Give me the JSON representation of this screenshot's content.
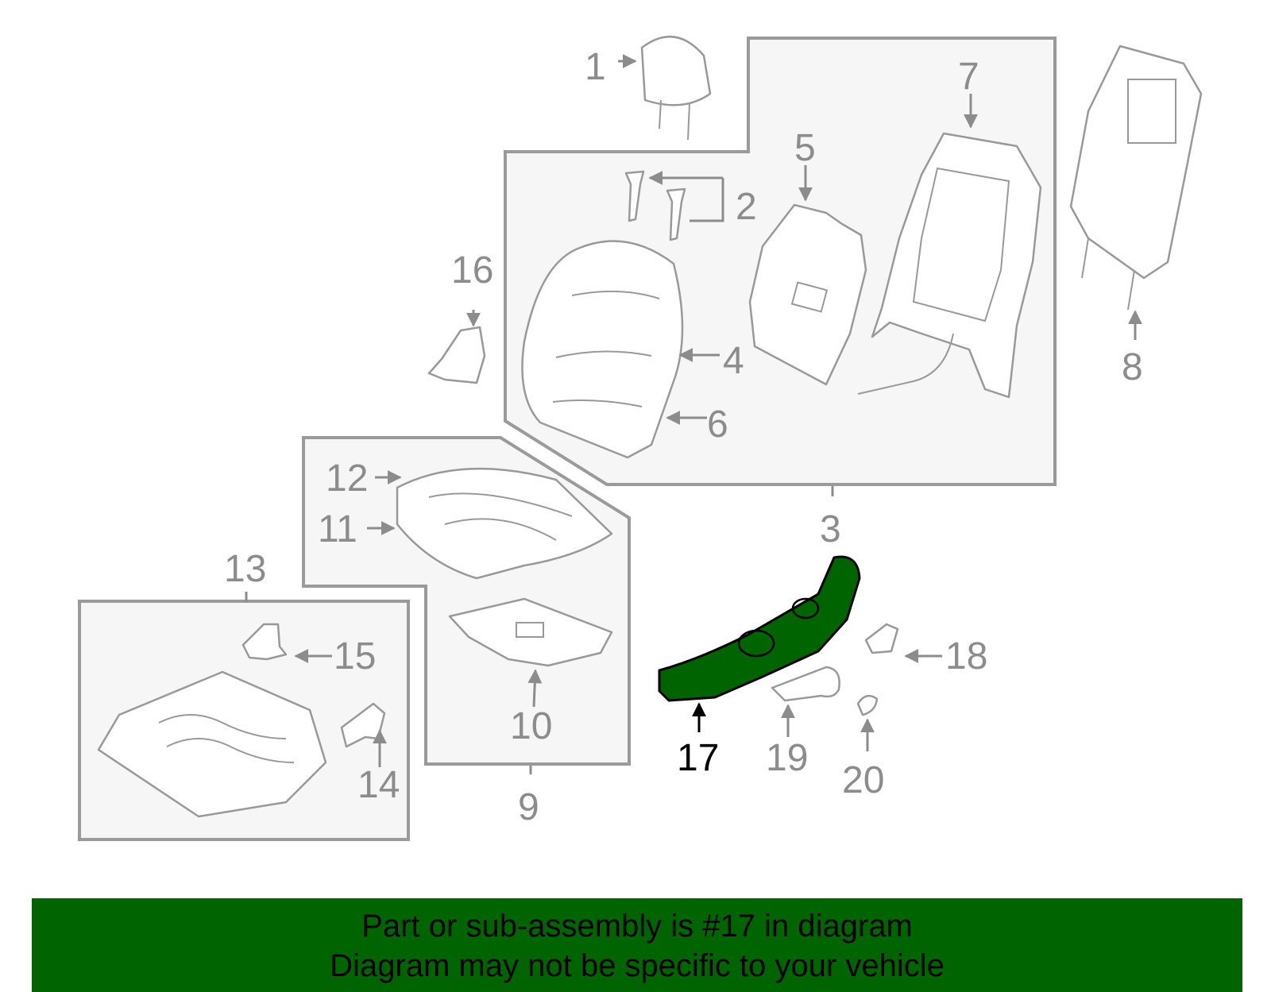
{
  "diagram": {
    "highlight_color": "#006400",
    "callouts": {
      "c1": "1",
      "c2": "2",
      "c3": "3",
      "c4": "4",
      "c5": "5",
      "c6": "6",
      "c7": "7",
      "c8": "8",
      "c9": "9",
      "c10": "10",
      "c11": "11",
      "c12": "12",
      "c13": "13",
      "c14": "14",
      "c15": "15",
      "c16": "16",
      "c17": "17",
      "c18": "18",
      "c19": "19",
      "c20": "20"
    },
    "highlighted_part": "17"
  },
  "banner": {
    "line1": "Part or sub-assembly is #17 in diagram",
    "line2": "Diagram may not be specific to your vehicle"
  }
}
